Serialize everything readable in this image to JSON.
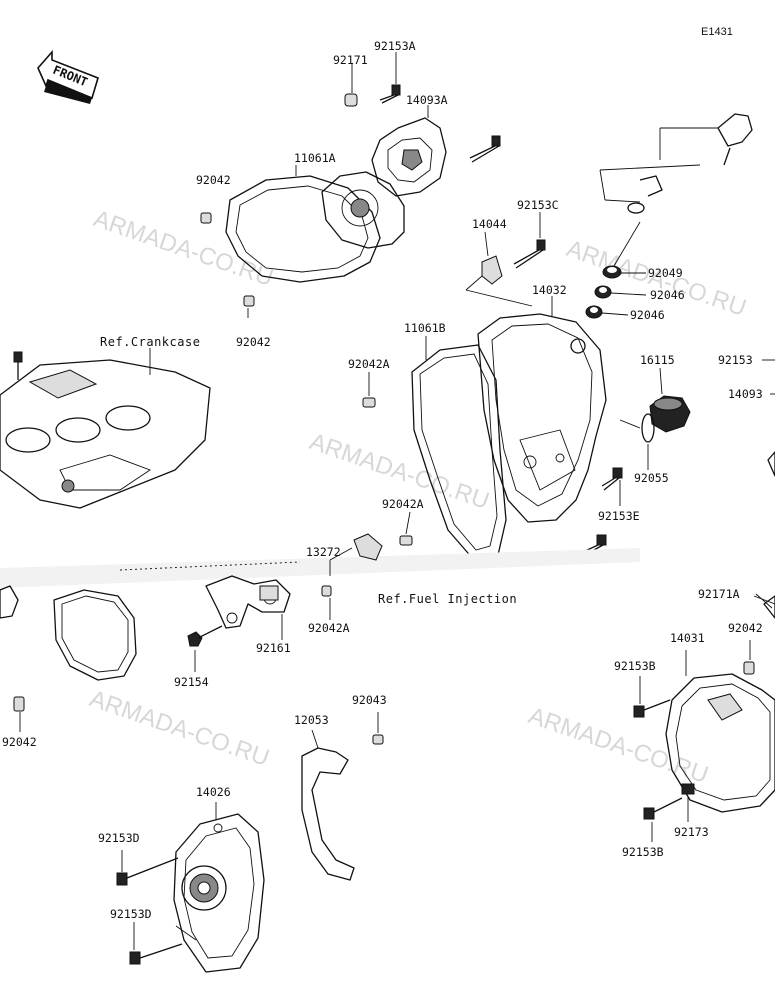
{
  "diagram_code": "E1431",
  "front_arrow_label": "FRONT",
  "watermark_text": "ARMADA-CO.RU",
  "refs": {
    "crankcase": "Ref.Crankcase",
    "fuel_injection": "Ref.Fuel Injection"
  },
  "part_labels": {
    "p92153A": "92153A",
    "p92171": "92171",
    "p14093A": "14093A",
    "p11061A": "11061A",
    "p92042_top": "92042",
    "p92042_mid": "92042",
    "p14044": "14044",
    "p92153C": "92153C",
    "p92049": "92049",
    "p92046_a": "92046",
    "p92046_b": "92046",
    "p14032": "14032",
    "p11061B": "11061B",
    "p92042A_top": "92042A",
    "p92153_right": "92153",
    "p14093_right": "14093",
    "p16115": "16115",
    "p92055": "92055",
    "p92153E": "92153E",
    "p92042A_mid": "92042A",
    "p13272": "13272",
    "p92042A_low": "92042A",
    "p92161": "92161",
    "p92154": "92154",
    "p92042_left": "92042",
    "p92171A": "92171A",
    "p92042_right": "92042",
    "p14031": "14031",
    "p92153B_top": "92153B",
    "p92173": "92173",
    "p92153B_low": "92153B",
    "p92043": "92043",
    "p12053": "12053",
    "p14026": "14026",
    "p92153D_top": "92153D",
    "p92153D_low": "92153D"
  }
}
